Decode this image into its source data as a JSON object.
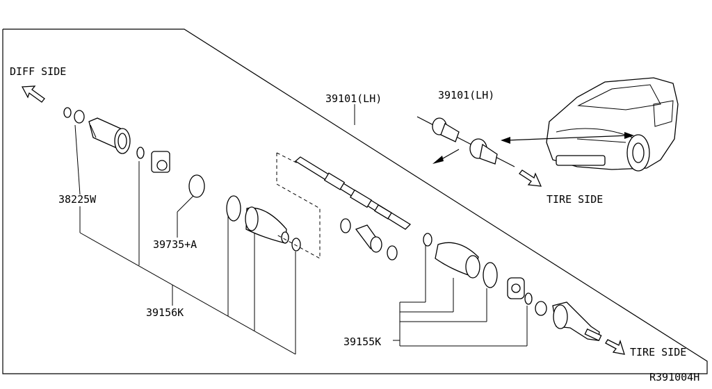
{
  "labels": {
    "diff_side": "DIFF SIDE",
    "tire_side_top": "TIRE SIDE",
    "tire_side_bottom": "TIRE SIDE",
    "assembly_main": "39101(LH)",
    "assembly_inset": "39101(LH)",
    "part_38225w": "38225W",
    "part_39735a": "39735+A",
    "part_39156k": "39156K",
    "part_39155k": "39155K"
  },
  "diagram_id": "R391004H"
}
